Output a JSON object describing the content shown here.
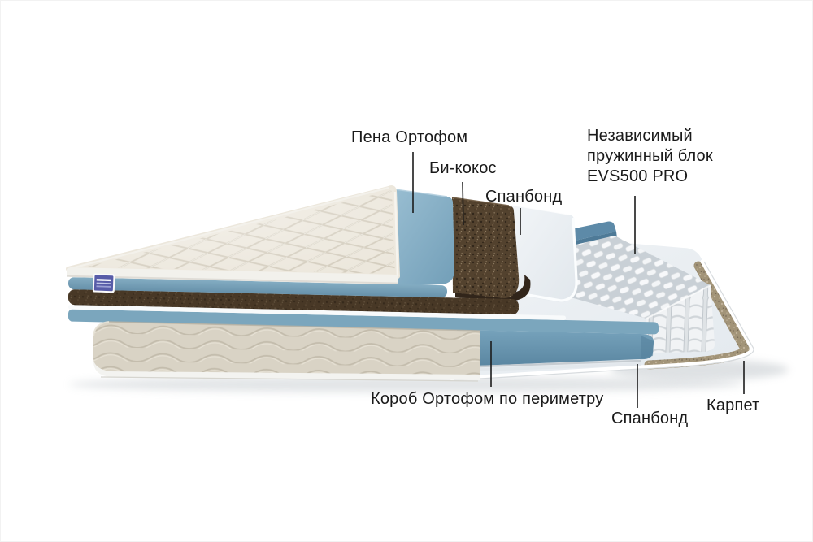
{
  "figure": {
    "description": "Cutaway diagram of mattress internal layers",
    "labels": {
      "foam_top": "Пена Ортофом",
      "bicocos": "Би-кокос",
      "spunbond_top": "Спанбонд",
      "spring_block": [
        "Независимый",
        "пружинный блок",
        "EVS500 PRO"
      ],
      "perimeter_box": "Короб Ортофом по периметру",
      "spunbond_bottom": "Спанбонд",
      "carpet": "Карпет"
    },
    "colors": {
      "label_text": "#1a1a1a",
      "leader_line": "#1b1b1b",
      "foam_blue": "#8cb2c8",
      "foam_blue_dark": "#6d98b1",
      "box_blue": "#6f9cb6",
      "rail_blue": "#5d8aa8",
      "coco_brown": "#53422e",
      "coco_brown_dark": "#372a1a",
      "spunbond_white": "#edf1f5",
      "quilt_cream": "#ece7dc",
      "quilt_line": "#d4cdbe",
      "side_beige": "#d9d3c5",
      "side_wave_line": "#c5beae",
      "carpet_tan": "#a29478",
      "spring_white": "#f7f8fa",
      "spring_gap": "#c9d0d6",
      "tag_purple": "#585ca8"
    }
  }
}
